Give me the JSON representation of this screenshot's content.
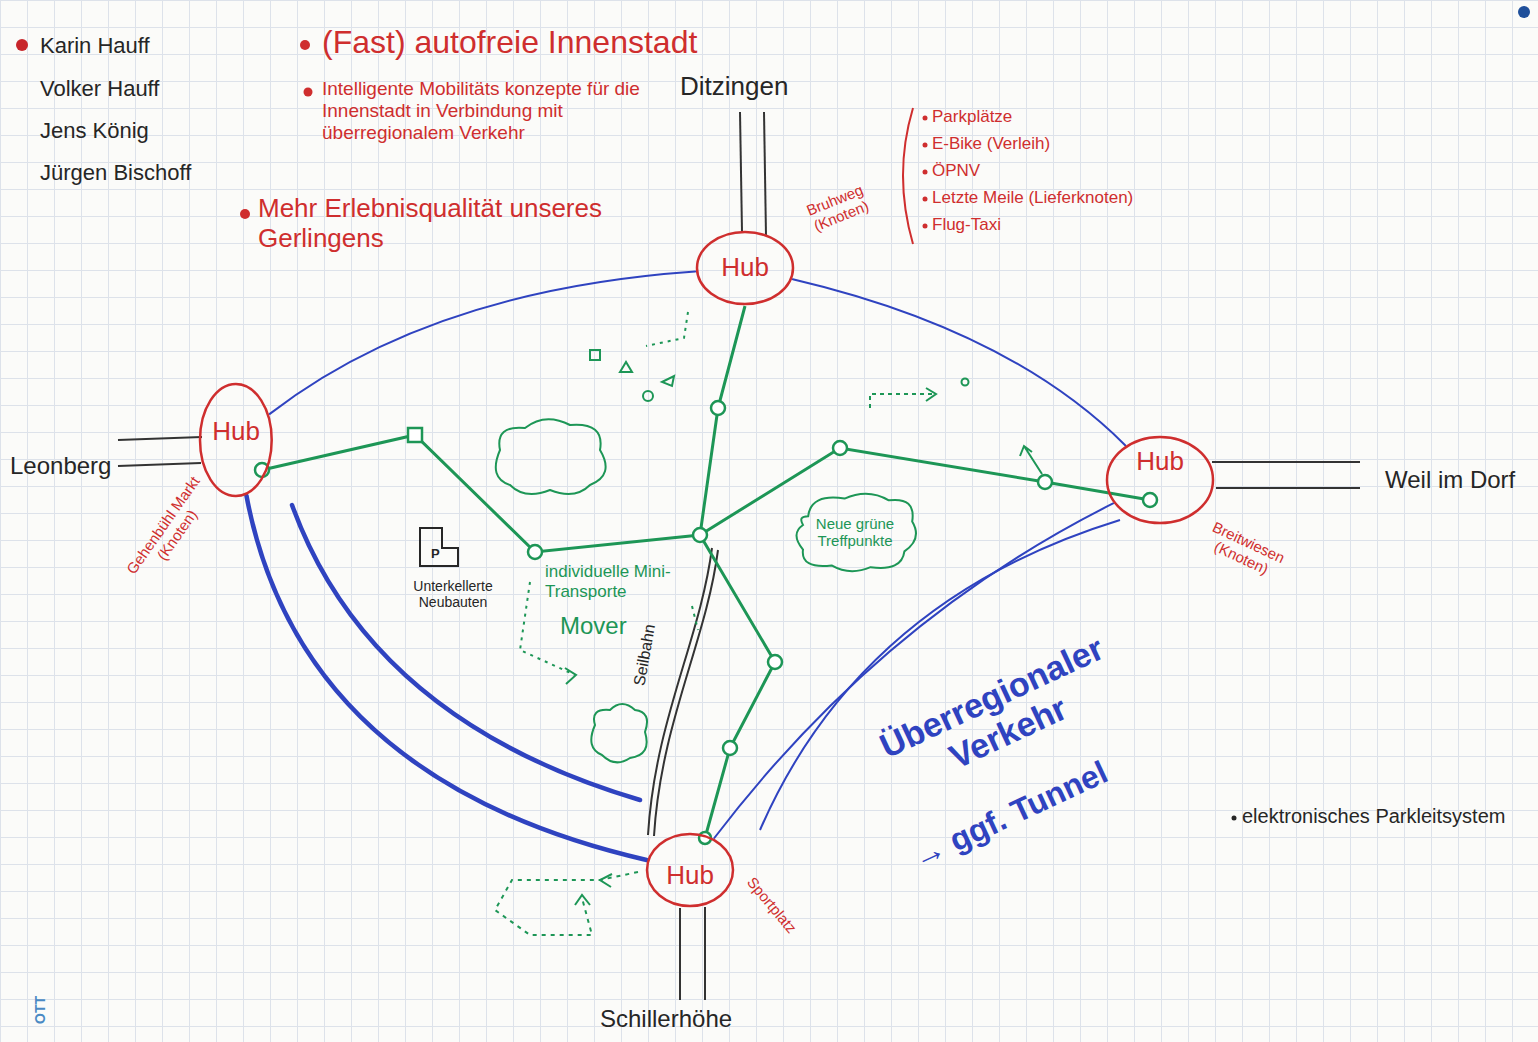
{
  "diagram": {
    "nodes": [
      {
        "text": [
          "Hub",
          "Bruhweg (Knoten)"
        ]
      },
      {
        "text": [
          "Hub",
          "Gehenbühl Markt (Knoten)"
        ]
      },
      {
        "text": [
          "Hub",
          "Breitwiesen (Knoten)"
        ]
      },
      {
        "text": [
          "Neue grüne Treffpunkte"
        ]
      },
      {
        "text": [
          "Hub",
          "Sportplatz"
        ]
      }
    ],
    "edges": [
      {
        "from": 1,
        "to": 0,
        "arrow": "none"
      },
      {
        "from": 0,
        "to": 2,
        "arrow": "none"
      },
      {
        "from": 2,
        "to": 4,
        "arrow": "none"
      },
      {
        "from": 1,
        "to": 4,
        "arrow": "none"
      }
    ],
    "labels": [
      "Karin Hauff",
      "Volker Hauff",
      "Jens König",
      "Jürgen Bischoff",
      "(Fast) autofreie Innenstadt",
      "Intelligente Mobilitäts konzepte für die Innenstadt in Verbindung mit überregionalem Verkehr",
      "Mehr Erlebnisqualität unseres Gerlingens",
      "Ditzingen",
      "Parkplätze",
      "E-Bike (Verleih)",
      "ÖPNV",
      "Letzte Meile (Lieferknoten)",
      "Flug-Taxi",
      "Leonberg",
      "Weil im Dorf",
      "P",
      "Unterkellerte Neubauten",
      "individuelle Mini-Transporte",
      "Mover",
      "Seilbahn",
      "Überregionaler Verkehr",
      "→ ggf. Tunnel",
      "elektronisches Parkleitsystem",
      "Schillerhöhe",
      "OTT"
    ]
  }
}
